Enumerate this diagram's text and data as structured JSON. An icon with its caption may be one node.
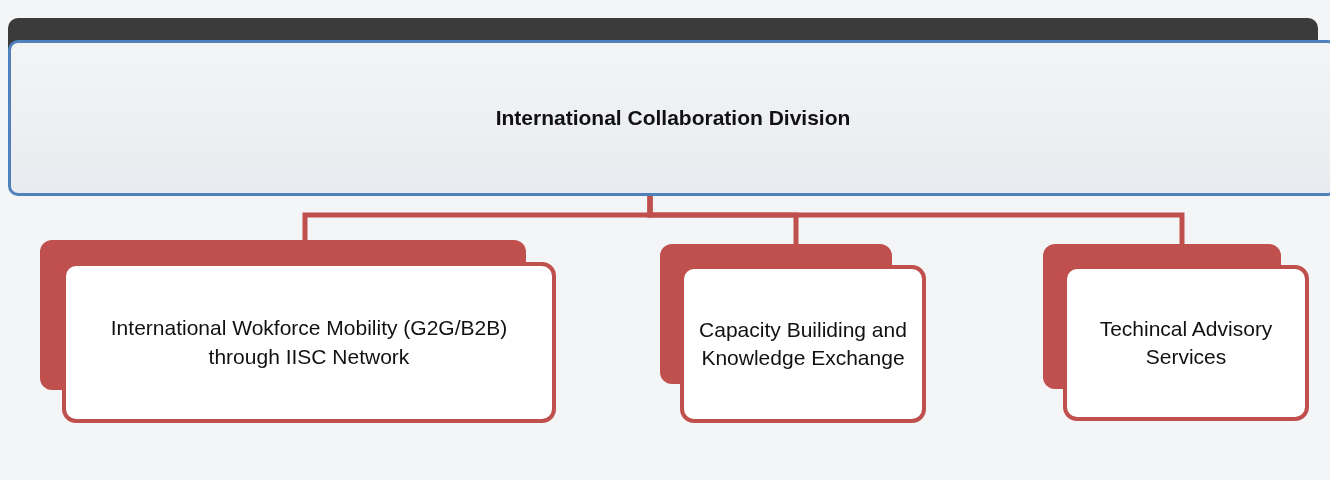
{
  "diagram": {
    "nodes": [
      {
        "text": [
          "International Collaboration Division"
        ]
      },
      {
        "text": [
          "International Wokforce Mobility (G2G/B2B) through IISC Network"
        ]
      },
      {
        "text": [
          "Capacity Builiding and Knowledge Exchange"
        ]
      },
      {
        "text": [
          "Techincal Advisory Services"
        ]
      }
    ],
    "edges": [
      {
        "from": 0,
        "to": 1,
        "arrow": "none"
      },
      {
        "from": 0,
        "to": 2,
        "arrow": "none"
      },
      {
        "from": 0,
        "to": 3,
        "arrow": "none"
      }
    ]
  }
}
